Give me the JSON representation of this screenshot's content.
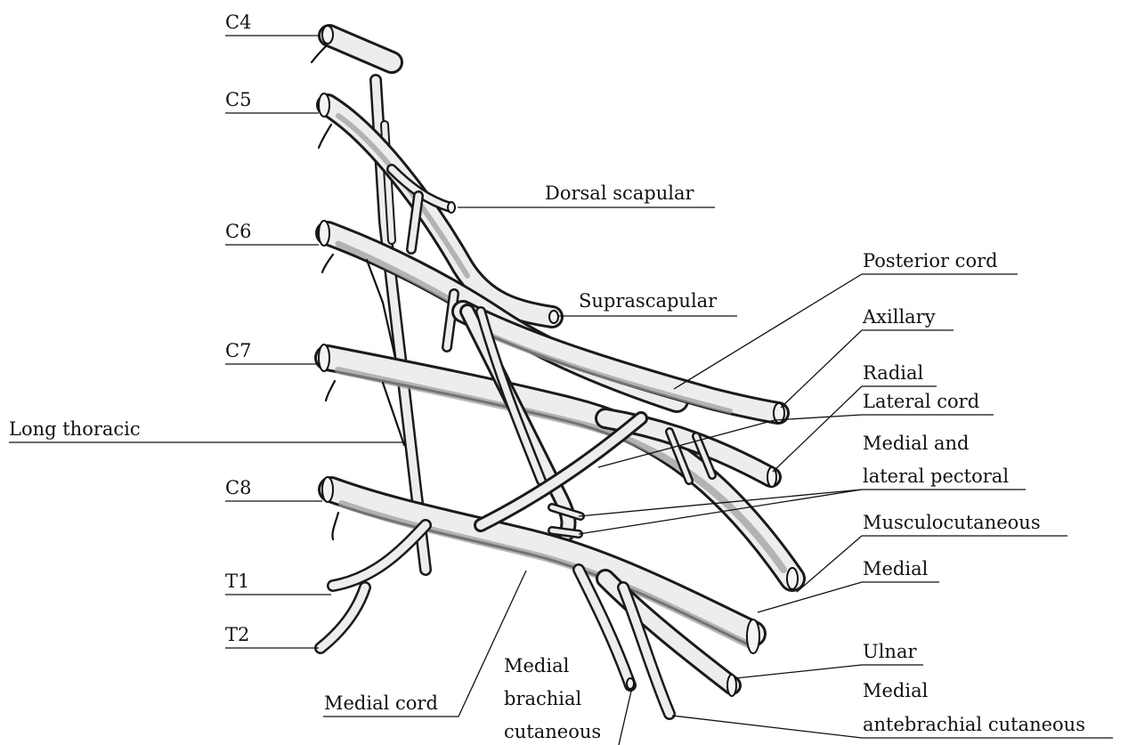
{
  "labels": {
    "c4": "C4",
    "c5": "C5",
    "c6": "C6",
    "c7": "C7",
    "c8": "C8",
    "t1": "T1",
    "t2": "T2",
    "long_thoracic": "Long thoracic",
    "dorsal_scapular": "Dorsal scapular",
    "suprascapular": "Suprascapular",
    "posterior_cord": "Posterior cord",
    "axillary": "Axillary",
    "radial": "Radial",
    "lateral_cord": "Lateral cord",
    "medial_lateral_pectoral_1": "Medial and",
    "medial_lateral_pectoral_2": "lateral pectoral",
    "musculocutaneous": "Musculocutaneous",
    "medial": "Medial",
    "ulnar": "Ulnar",
    "medial_antebrachial_1": "Medial",
    "medial_antebrachial_2": "antebrachial cutaneous",
    "medial_cord": "Medial cord",
    "medial_brachial_1": "Medial",
    "medial_brachial_2": "brachial",
    "medial_brachial_3": "cutaneous"
  }
}
